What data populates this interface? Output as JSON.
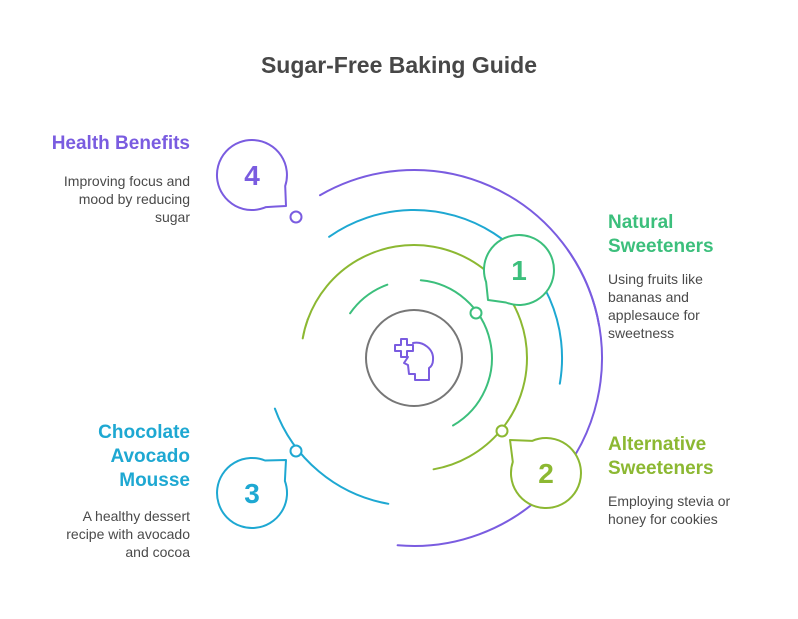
{
  "title": "Sugar-Free Baking Guide",
  "colors": {
    "green": "#3cbf7c",
    "olive": "#8cb832",
    "blue": "#1ea8d2",
    "purple": "#7a5ce0",
    "gray": "#777777"
  },
  "center_icon": "brain-health-icon",
  "steps": [
    {
      "number": "1",
      "heading_lines": [
        "Natural",
        "Sweeteners"
      ],
      "description_lines": [
        "Using fruits like",
        "bananas and",
        "applesauce for",
        "sweetness"
      ]
    },
    {
      "number": "2",
      "heading_lines": [
        "Alternative",
        "Sweeteners"
      ],
      "description_lines": [
        "Employing stevia or",
        "honey for cookies"
      ]
    },
    {
      "number": "3",
      "heading_lines": [
        "Chocolate",
        "Avocado",
        "Mousse"
      ],
      "description_lines": [
        "A healthy dessert",
        "recipe with avocado",
        "and cocoa"
      ]
    },
    {
      "number": "4",
      "heading_lines": [
        "Health Benefits"
      ],
      "description_lines": [
        "Improving focus and",
        "mood by reducing",
        "sugar"
      ]
    }
  ]
}
